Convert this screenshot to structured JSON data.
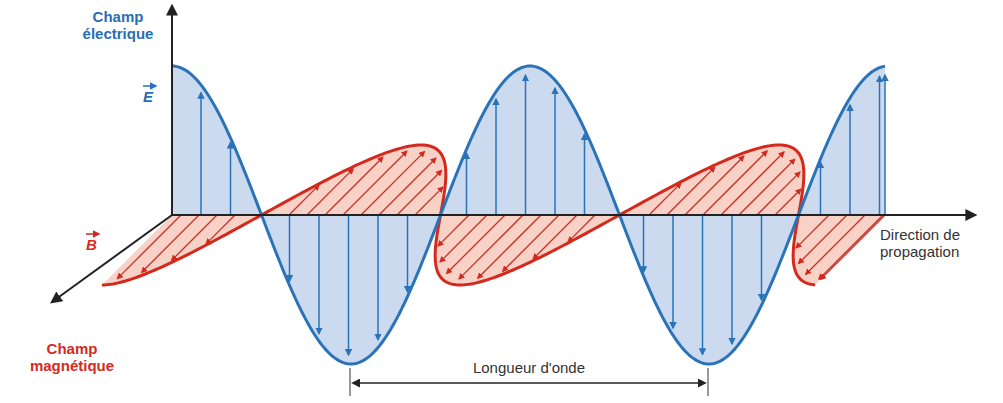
{
  "diagram": {
    "labels": [
      "Champ électrique",
      "E",
      "B",
      "Champ magnétique",
      "Direction de propagation",
      "Longueur d'onde"
    ]
  }
}
